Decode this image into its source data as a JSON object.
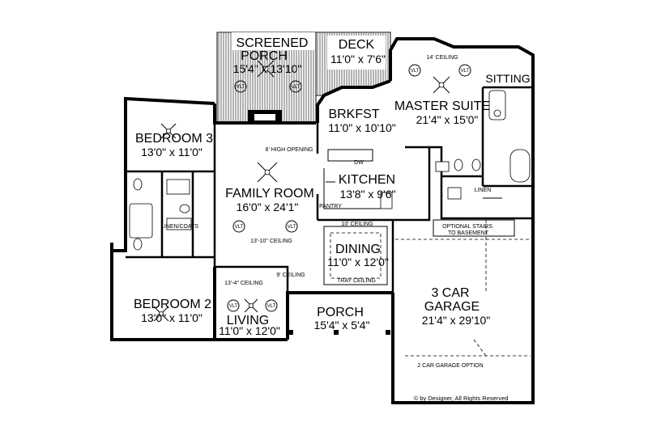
{
  "rooms": {
    "screened_porch": {
      "name_line1": "SCREENED",
      "name_line2": "PORCH",
      "size": "15'4\" x 13'10\""
    },
    "deck": {
      "name": "DECK",
      "size": "11'0\" x 7'6\""
    },
    "sitting": {
      "name": "SITTING"
    },
    "master_suite": {
      "name": "MASTER SUITE",
      "size": "21'4\" x 15'0\""
    },
    "brkfst": {
      "name": "BRKFST",
      "size": "11'0\" x 10'10\""
    },
    "bedroom3": {
      "name": "BEDROOM 3",
      "size": "13'0\" x 11'0\""
    },
    "kitchen": {
      "name": "KITCHEN",
      "size": "13'8\" x 9'6\""
    },
    "family_room": {
      "name": "FAMILY ROOM",
      "size": "16'0\" x 24'1\""
    },
    "dining": {
      "name": "DINING",
      "size": "11'0\" x 12'0\""
    },
    "garage": {
      "name": "3 CAR",
      "name_line2": "GARAGE",
      "size": "21'4\" x 29'10\""
    },
    "bedroom2": {
      "name": "BEDROOM 2",
      "size": "13'0\" x 11'0\""
    },
    "living": {
      "name": "LIVING",
      "size": "11'0\" x 12'0\""
    },
    "porch": {
      "name": "PORCH",
      "size": "15'4\" x 5'4\""
    }
  },
  "notes": {
    "ceiling_14": "14' CEILING",
    "high_opening": "8' HIGH OPENING",
    "ceiling_10": "10' CEILING",
    "ceiling_13_10": "13'-10\" CEILING",
    "ceiling_9": "9' CEILING",
    "ceiling_13_4": "13'-4\" CEILING",
    "tray_ceiling": "TRAY CEILING",
    "linen_coats": "LINEN/COATS",
    "linen": "LINEN",
    "pantry": "PANTRY",
    "dw": "DW",
    "optional_stairs_line1": "OPTIONAL STAIRS",
    "optional_stairs_line2": "TO BASEMENT",
    "garage_option": "2 CAR GARAGE OPTION",
    "vlt": "VLT",
    "copyright": "© by Designer, All Rights Reserved"
  }
}
